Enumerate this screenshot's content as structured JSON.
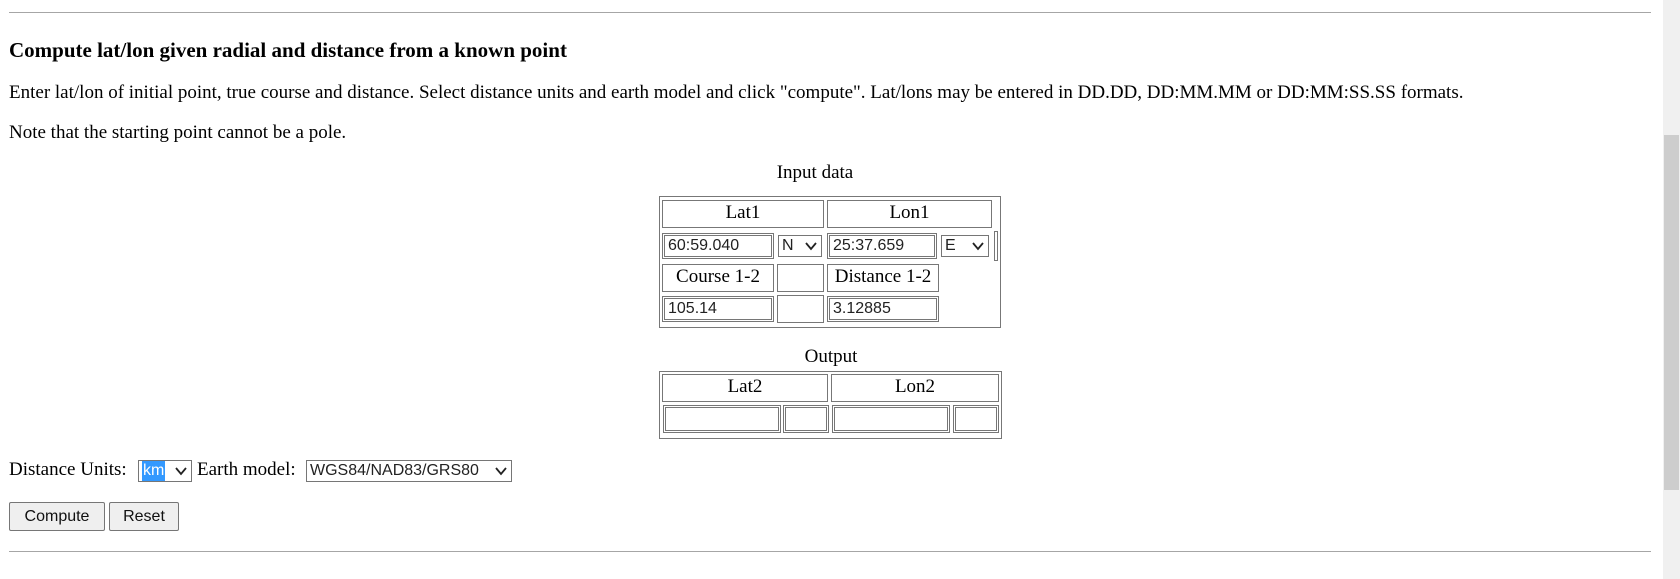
{
  "heading": "Compute lat/lon given radial and distance from a known point",
  "instructions": "Enter lat/lon of initial point, true course and distance. Select distance units and earth model and click \"compute\". Lat/lons may be entered in DD.DD, DD:MM.MM or DD:MM:SS.SS formats.",
  "note": "Note that the starting point cannot be a pole.",
  "input_table": {
    "caption": "Input data",
    "lat1_header": "Lat1",
    "lon1_header": "Lon1",
    "lat1_value": "60:59.040",
    "lat1_hemisphere": "N",
    "lon1_value": "25:37.659",
    "lon1_hemisphere": "E",
    "course_header": "Course 1-2",
    "distance_header": "Distance 1-2",
    "course_value": "105.14",
    "distance_value": "3.12885"
  },
  "output_table": {
    "caption": "Output",
    "lat2_header": "Lat2",
    "lon2_header": "Lon2",
    "lat2_value": "",
    "lat2_hemisphere": "",
    "lon2_value": "",
    "lon2_hemisphere": ""
  },
  "options": {
    "distance_units_label": "Distance Units:",
    "distance_units_value": "km",
    "earth_model_label": "Earth model:",
    "earth_model_value": "WGS84/NAD83/GRS80"
  },
  "buttons": {
    "compute": "Compute",
    "reset": "Reset"
  },
  "icons": {
    "dropdown": "chevron-down-icon"
  },
  "colors": {
    "selection_highlight": "#3399ff",
    "button_bg": "#efefef"
  }
}
